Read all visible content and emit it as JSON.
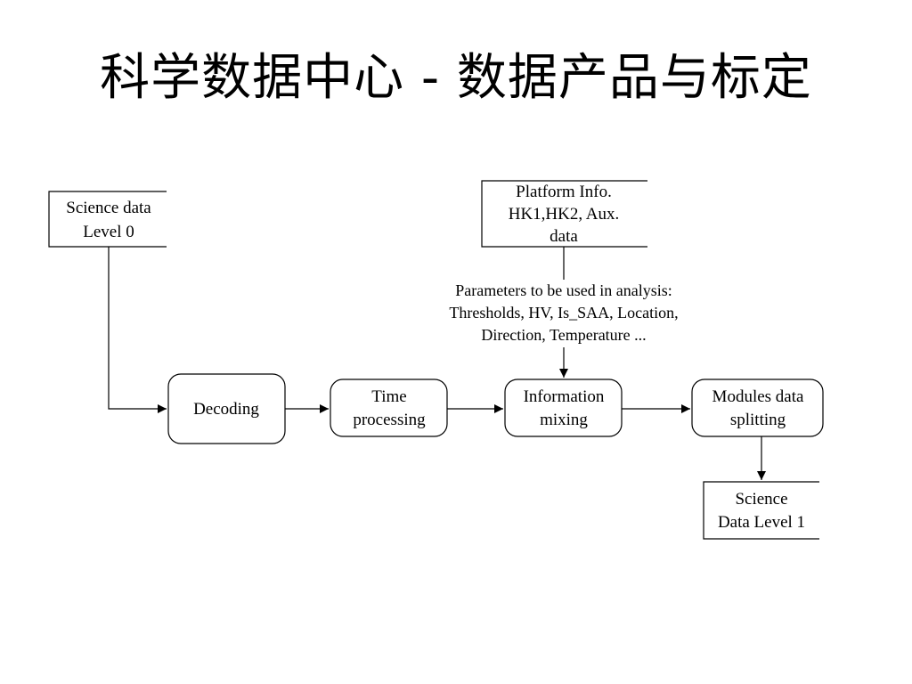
{
  "title": "科学数据中心 - 数据产品与标定",
  "nodes": {
    "science_level0": [
      "Science data",
      "Level 0"
    ],
    "platform_info": [
      "Platform Info.",
      "HK1,HK2, Aux.",
      "data"
    ],
    "decoding": [
      "Decoding"
    ],
    "time_processing": [
      "Time",
      "processing"
    ],
    "information_mixing": [
      "Information",
      "mixing"
    ],
    "modules_splitting": [
      "Modules data",
      "splitting"
    ],
    "science_level1": [
      "Science",
      "Data Level 1"
    ]
  },
  "parameters_note": [
    "Parameters to be used in analysis:",
    "Thresholds, HV, Is_SAA, Location,",
    "Direction, Temperature ..."
  ]
}
